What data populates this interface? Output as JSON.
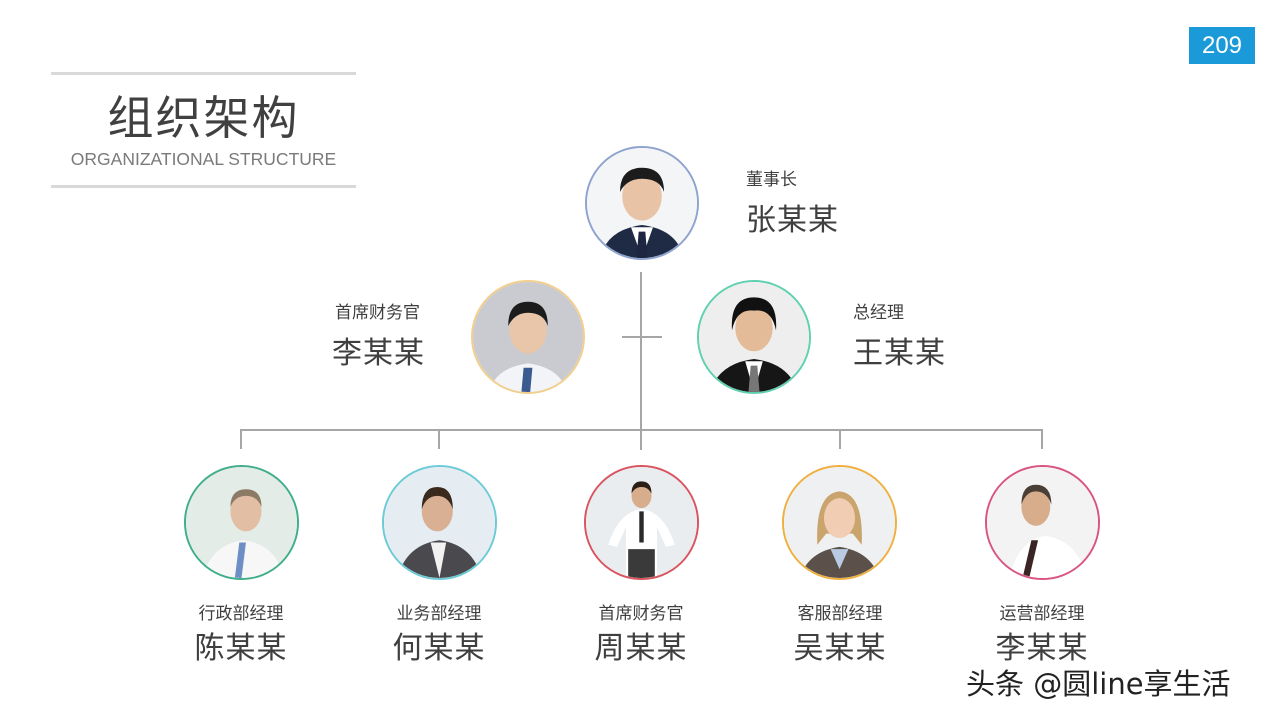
{
  "page_number": "209",
  "header": {
    "title_cn": "组织架构",
    "title_en": "ORGANIZATIONAL STRUCTURE"
  },
  "colors": {
    "accent": "#1a9ad9",
    "connector": "#a6a6a6",
    "rule": "#d9d9d9"
  },
  "chairman": {
    "role": "董事长",
    "name": "张某某",
    "avatar_icon": "person-photo-icon",
    "border_color": "#8ea3cf"
  },
  "executives": [
    {
      "role": "首席财务官",
      "name": "李某某",
      "avatar_icon": "person-photo-icon",
      "border_color": "#f2cf8c"
    },
    {
      "role": "总经理",
      "name": "王某某",
      "avatar_icon": "person-photo-icon",
      "border_color": "#5fd0b0"
    }
  ],
  "managers": [
    {
      "role": "行政部经理",
      "name": "陈某某",
      "avatar_icon": "person-photo-icon",
      "border_color": "#3fae8a"
    },
    {
      "role": "业务部经理",
      "name": "何某某",
      "avatar_icon": "person-photo-icon",
      "border_color": "#6ccbd6"
    },
    {
      "role": "首席财务官",
      "name": "周某某",
      "avatar_icon": "person-photo-icon",
      "border_color": "#d9545f"
    },
    {
      "role": "客服部经理",
      "name": "吴某某",
      "avatar_icon": "person-photo-icon",
      "border_color": "#f0b040"
    },
    {
      "role": "运营部经理",
      "name": "李某某",
      "avatar_icon": "person-photo-icon",
      "border_color": "#d9557f"
    }
  ],
  "watermark": "头条 @圆line享生活"
}
